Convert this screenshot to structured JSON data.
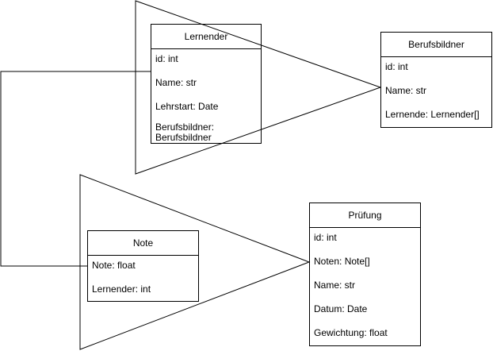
{
  "diagram": {
    "classes": [
      {
        "id": "lernender",
        "name": "Lernender",
        "attributes": [
          "id: int",
          "Name: str",
          "Lehrstart: Date",
          "Berufsbildner: Berufsbildner"
        ]
      },
      {
        "id": "berufsbildner",
        "name": "Berufsbildner",
        "attributes": [
          "id: int",
          "Name: str",
          "Lernende: Lernender[]"
        ]
      },
      {
        "id": "note",
        "name": "Note",
        "attributes": [
          "Note: float",
          "Lernender: int"
        ]
      },
      {
        "id": "pruefung",
        "name": "Prüfung",
        "attributes": [
          "id: int",
          "Noten: Note[]",
          "Name: str",
          "Datum: Date",
          "Gewichtung: float"
        ]
      }
    ],
    "relations": [
      {
        "from": "lernender",
        "to": "berufsbildner",
        "kind": "aggregation"
      },
      {
        "from": "note",
        "to": "pruefung",
        "kind": "aggregation"
      },
      {
        "from": "note",
        "to": "lernender",
        "kind": "association"
      }
    ]
  }
}
